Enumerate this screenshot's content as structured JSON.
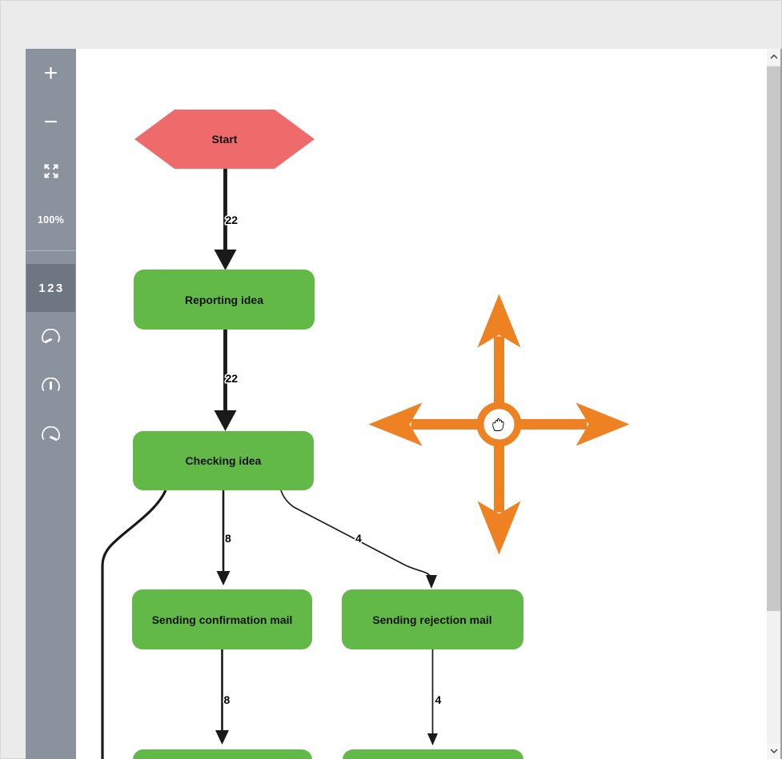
{
  "toolbar": {
    "zoom_in": "+",
    "zoom_out": "−",
    "zoom_level": "100%",
    "frequency_label": "123"
  },
  "icons": {
    "fit_screen": "expand-arrows",
    "performance_low": "gauge-needle-left",
    "performance_medium": "gauge-needle-up",
    "performance_high": "gauge-needle-right",
    "pan_control": "four-direction-arrows",
    "cursor": "grab-hand",
    "scroll_up": "chevron-up",
    "scroll_down": "chevron-down"
  },
  "diagram": {
    "nodes": {
      "start": {
        "label": "Start",
        "type": "hexagon"
      },
      "reporting": {
        "label": "Reporting idea",
        "type": "activity"
      },
      "checking": {
        "label": "Checking idea",
        "type": "activity"
      },
      "confirmation": {
        "label": "Sending confirmation mail",
        "type": "activity"
      },
      "rejection": {
        "label": "Sending rejection mail",
        "type": "activity"
      }
    },
    "edges": {
      "start_reporting": {
        "label": "22"
      },
      "reporting_checking": {
        "label": "22"
      },
      "checking_confirmation": {
        "label": "8"
      },
      "checking_rejection": {
        "label": "4"
      },
      "confirmation_down": {
        "label": "8"
      },
      "rejection_down": {
        "label": "4"
      }
    }
  },
  "colors": {
    "page_bg": "#ebebeb",
    "sidebar": "#8a929e",
    "sidebar_active": "#6d7681",
    "node_green": "#62b948",
    "start_red": "#ef6b6b",
    "pan_orange": "#ee8122"
  }
}
